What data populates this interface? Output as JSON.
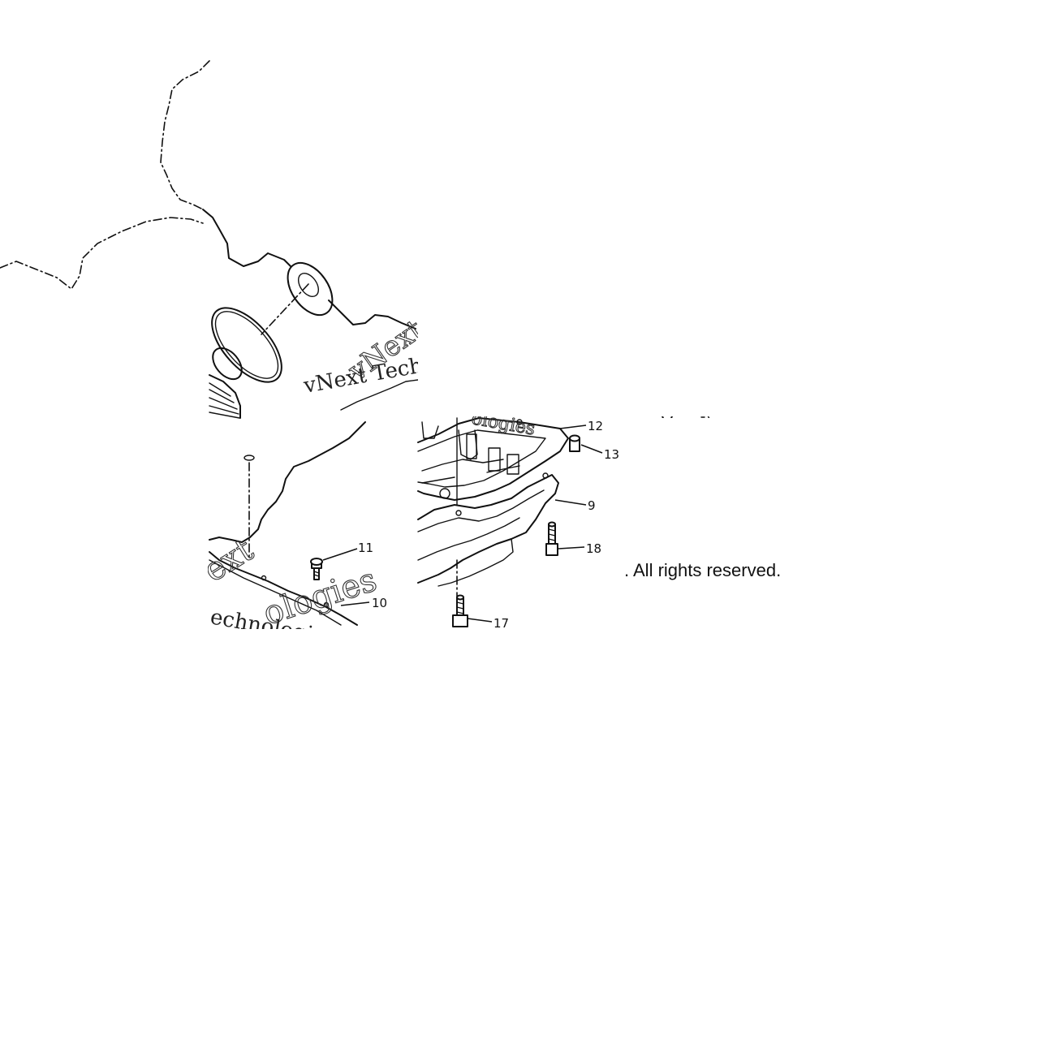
{
  "callouts": {
    "c9": "9",
    "c10": "10",
    "c11": "11",
    "c12": "12",
    "c13": "13",
    "c17": "17",
    "c18": "18"
  },
  "watermark": {
    "line1": "vNext Technologies",
    "fragment_a": "vNext",
    "fragment_b": "Technologies",
    "fragment_c": "ext",
    "fragment_d": "ologies",
    "fragment_e": "echnologies"
  },
  "footer": {
    "copyright": ". All rights reserved."
  }
}
